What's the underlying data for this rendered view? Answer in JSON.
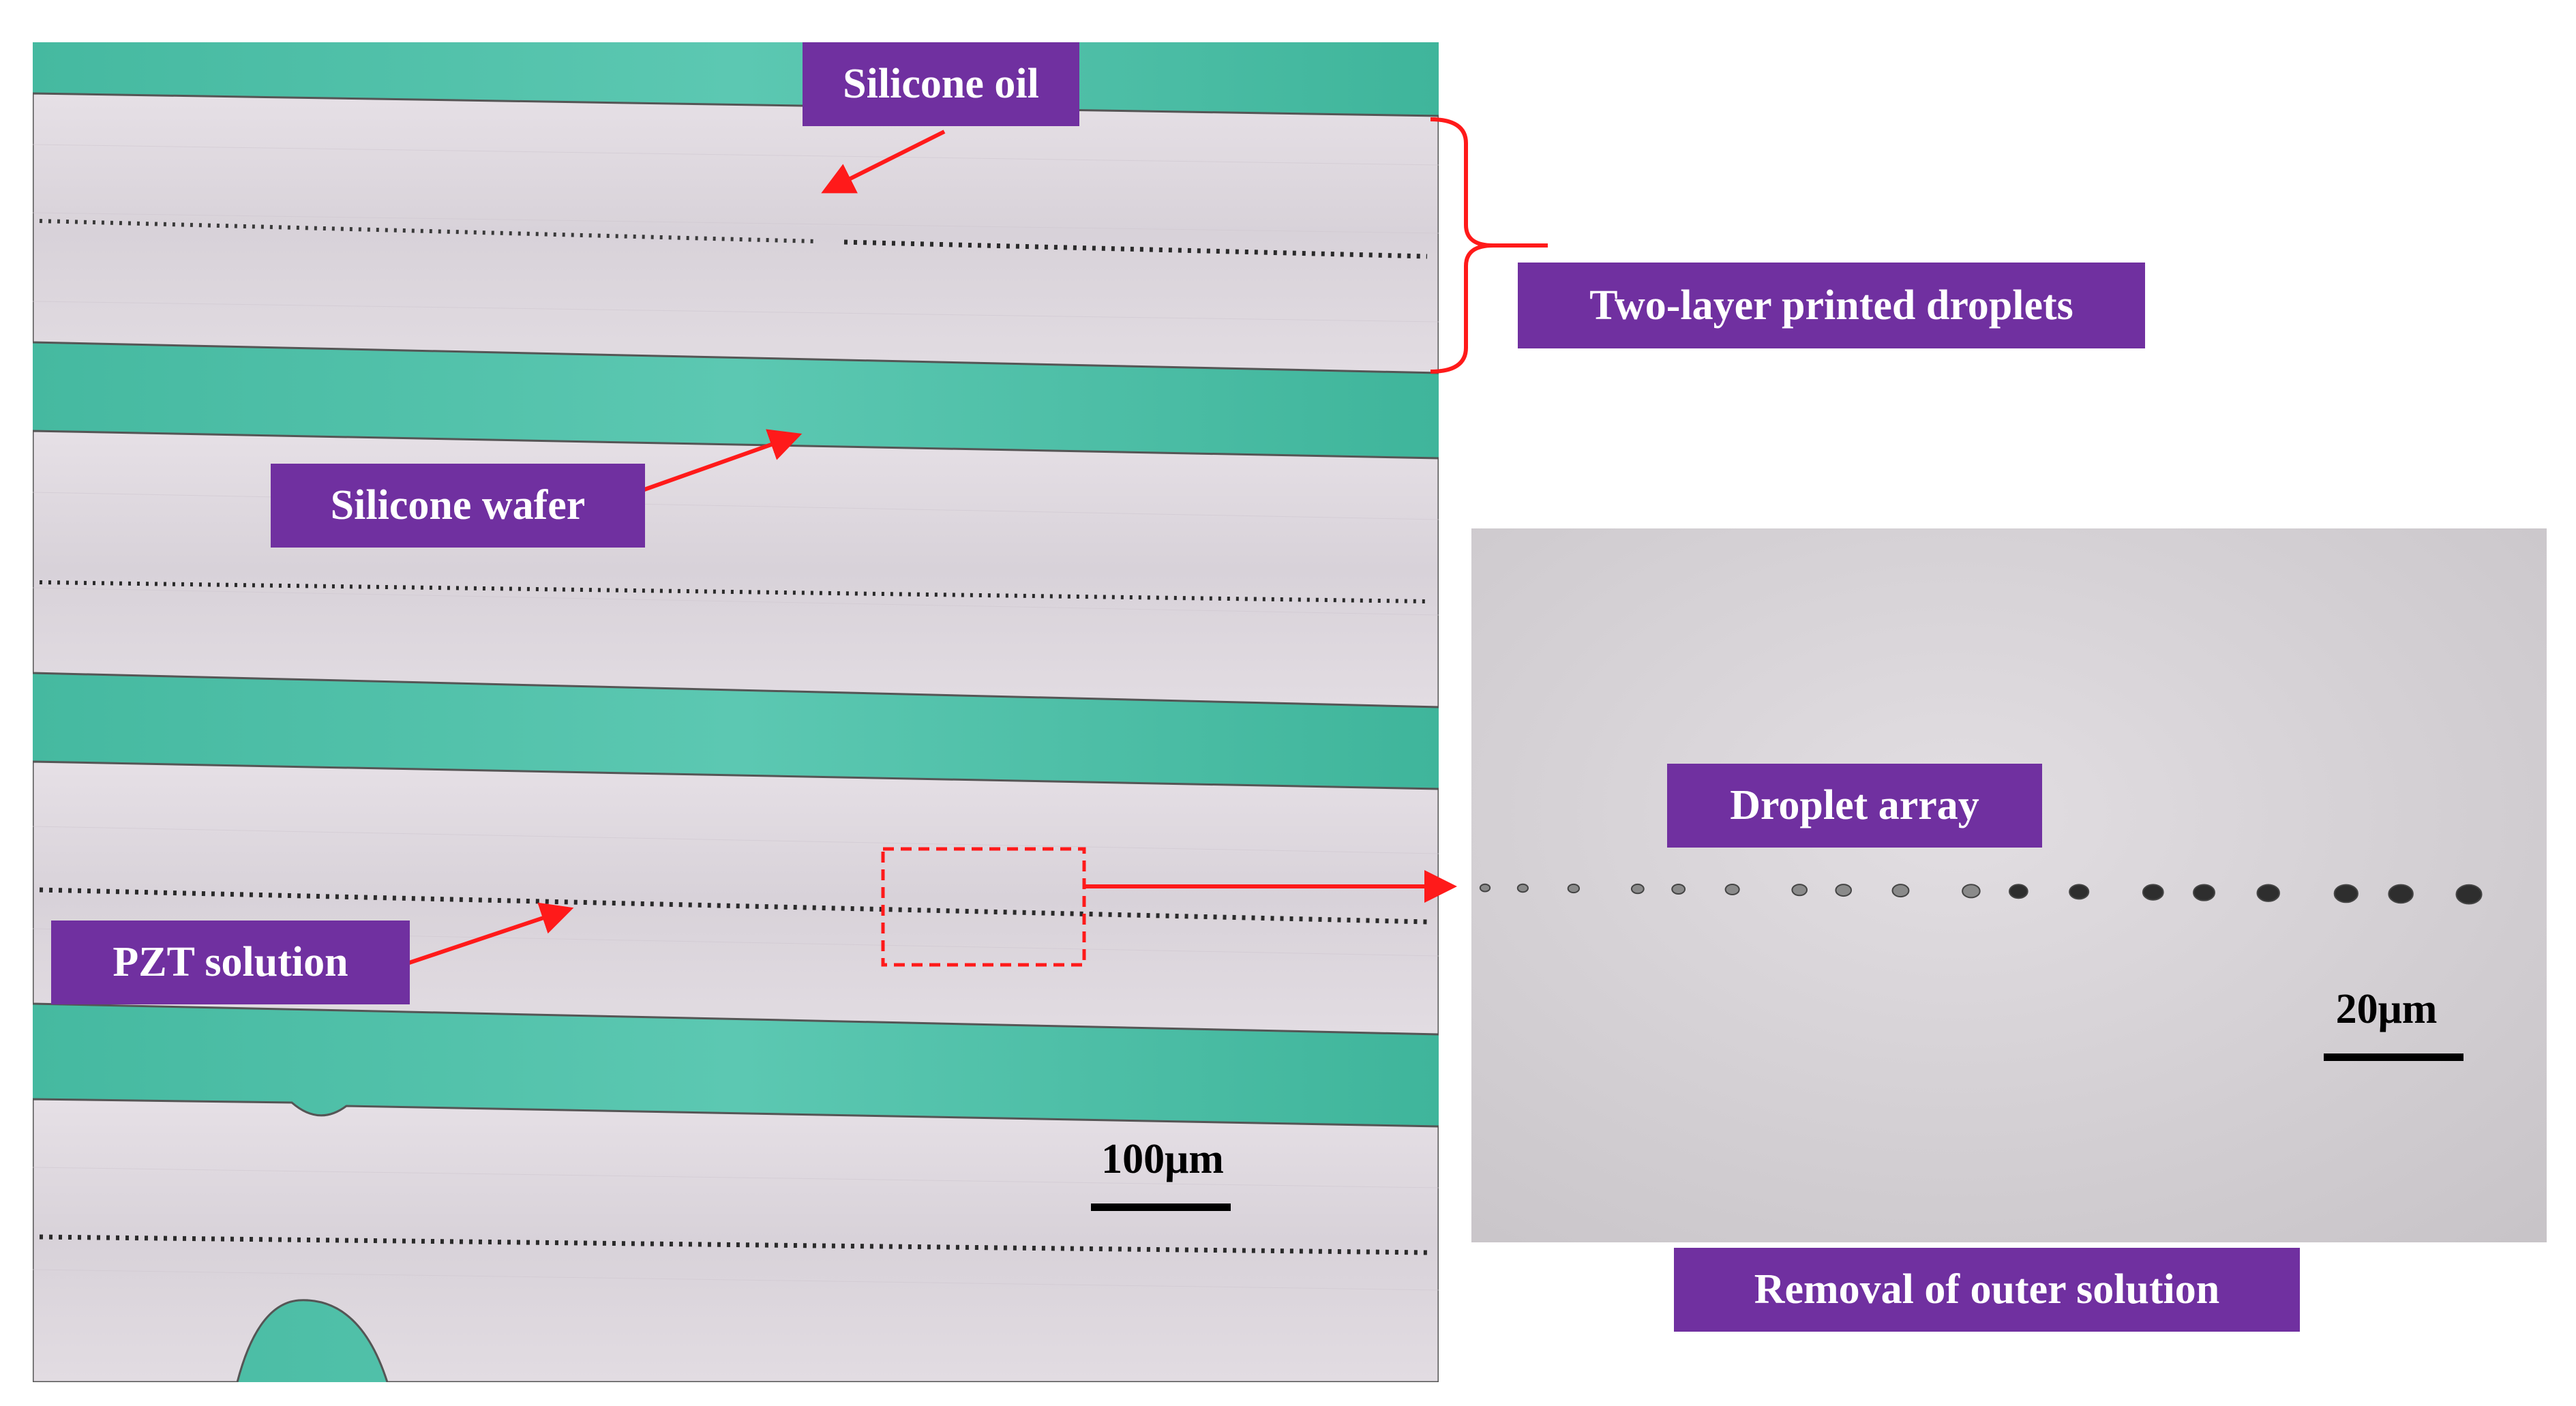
{
  "labels": {
    "silicone_oil": "Silicone oil",
    "two_layer": "Two-layer printed droplets",
    "silicone_wafer": "Silicone wafer",
    "pzt_solution": "PZT solution",
    "droplet_array": "Droplet array",
    "removal": "Removal of outer solution"
  },
  "scale_bars": {
    "main": "100μm",
    "inset": "20μm"
  },
  "colors": {
    "label_bg": "#7030a0",
    "label_text": "#ffffff",
    "arrow": "#ff1a1a",
    "wafer": "#4fc1aa",
    "oil": "#dcd6dc",
    "inset_bg": "#d9d5d9",
    "droplet": "#3a3a3a"
  }
}
